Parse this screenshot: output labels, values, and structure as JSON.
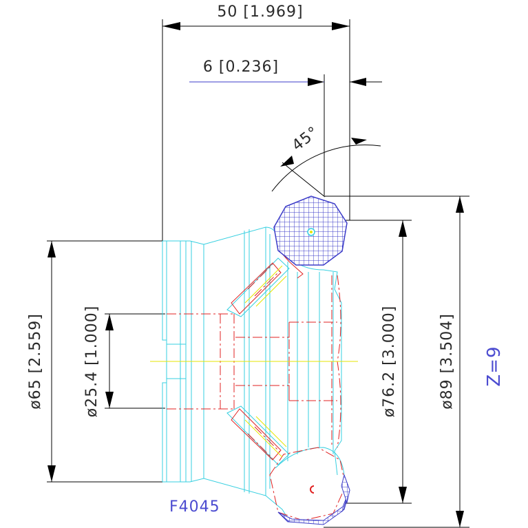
{
  "dimensions": {
    "overall_width": "50 [1.969]",
    "corner_width": "6 [0.236]",
    "angle": "45°",
    "bore_diameter": "ø25.4 [1.000]",
    "hub_diameter": "ø65 [2.559]",
    "insert_diameter": "ø76.2 [3.000]",
    "outer_diameter": "ø89 [3.504]"
  },
  "labels": {
    "part_number": "F4045",
    "teeth": "Z=9"
  },
  "colors": {
    "outline": "#35cfe0",
    "hidden": "#e02020",
    "insert_hatch": "#3b3bc8",
    "label": "#4b4bd0",
    "dimension": "#000000"
  }
}
